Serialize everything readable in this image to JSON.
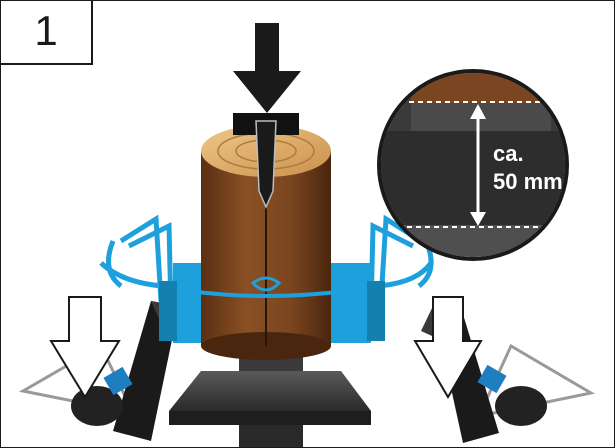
{
  "step": {
    "number": "1"
  },
  "inset": {
    "line1": "ca.",
    "line2": "50 mm"
  },
  "colors": {
    "wood": "#7a4520",
    "wood_top": "#e0b070",
    "blue": "#1ea0dc",
    "dark": "#2d2d2d",
    "black": "#111111"
  },
  "icons": [
    "down-arrow-icon",
    "wood-log",
    "splitting-wedge",
    "dimension-arrow-icon"
  ]
}
